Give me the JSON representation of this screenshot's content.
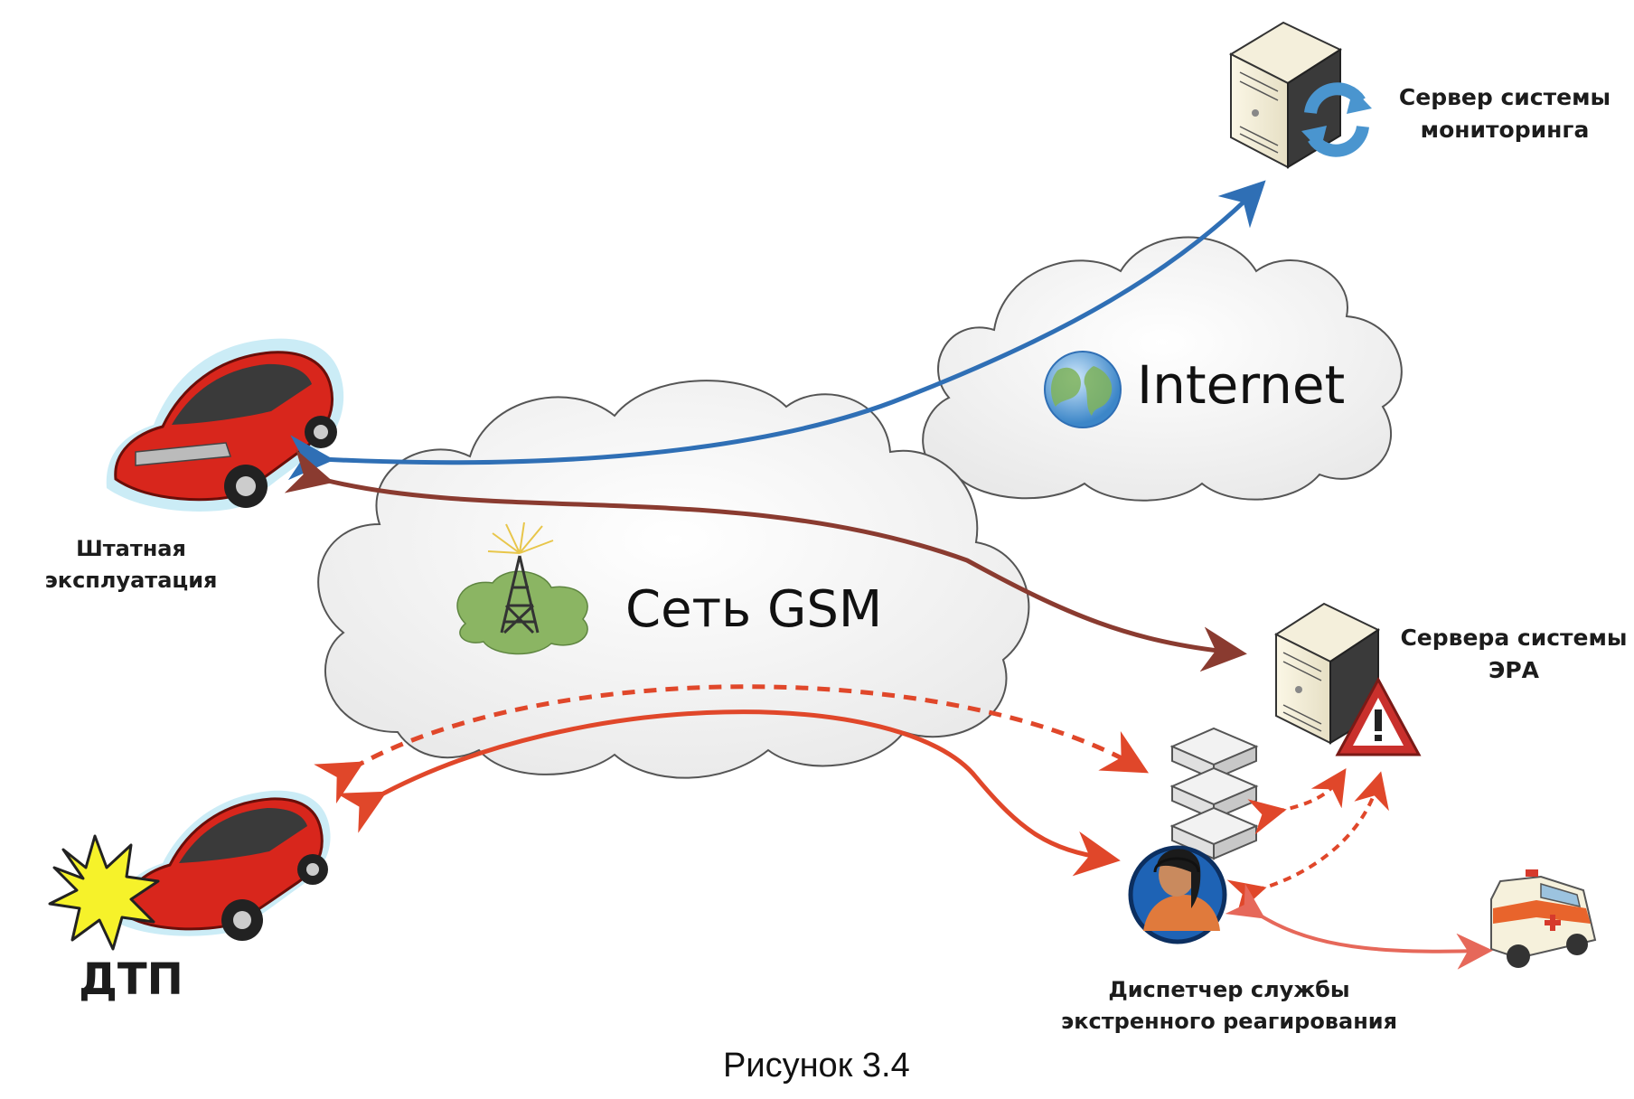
{
  "nodes": {
    "monitoring_server": {
      "line1": "Сервер системы",
      "line2": "мониторинга"
    },
    "internet_cloud": {
      "label": "Internet"
    },
    "gsm_cloud": {
      "label": "Сеть GSM"
    },
    "normal_car": {
      "line1": "Штатная",
      "line2": "эксплуатация"
    },
    "crash_car": {
      "label": "ДТП"
    },
    "era_servers": {
      "line1": "Сервера системы",
      "line2": "ЭРА"
    },
    "dispatcher": {
      "line1": "Диспетчер службы",
      "line2": "экстренного реагирования"
    }
  },
  "caption": "Рисунок 3.4",
  "colors": {
    "blue_arrow": "#2f6fb5",
    "brown_arrow": "#8a3b30",
    "red_arrow": "#e0472a",
    "pink_arrow": "#e6685a",
    "car_red": "#d8261c",
    "cloud_fill": "#f2f2f2"
  }
}
